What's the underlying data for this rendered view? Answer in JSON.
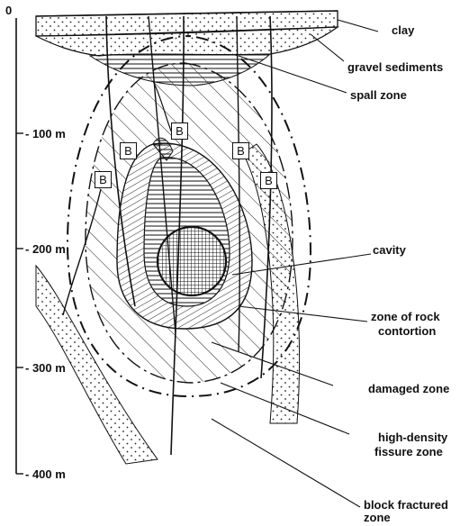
{
  "depth_scale": {
    "zero": "0",
    "d100": "- 100 m",
    "d200": "- 200 m",
    "d300": "- 300 m",
    "d400": "- 400 m"
  },
  "labels": {
    "clay": "clay",
    "gravel": "gravel sediments",
    "spall": "spall zone",
    "cavity": "cavity",
    "contortion_1": "zone of rock",
    "contortion_2": "contortion",
    "damaged": "damaged zone",
    "fissure_1": "high-density",
    "fissure_2": "fissure zone",
    "block_1": "block fractured",
    "block_2": "zone"
  },
  "borehole_marker": "B"
}
